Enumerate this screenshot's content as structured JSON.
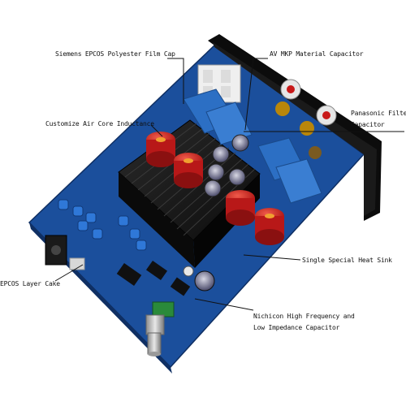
{
  "callouts": {
    "siemens_cap": "Siemens EPCOS Polyester Film Cap",
    "av_mkp": "AV MKP Material Capacitor",
    "panasonic_line1": "Panasonic Filter",
    "panasonic_line2": "Capacitor",
    "air_core": "Customize Air Core Inductance",
    "heat_sink": "Single Special Heat Sink",
    "epcos_layer": "EPCOS Layer Cake",
    "nichicon_line1": "Nichicon High Frequency and",
    "nichicon_line2": "Low Impedance Capacitor"
  },
  "colors": {
    "pcb": "#1b4f9c",
    "pcb_dark": "#123a78",
    "heat_sink": "#1c1c1c",
    "inductor_red": "#d42020",
    "film_cap_blue": "#2c6fc4",
    "panel_black": "#0c0c0c",
    "knob": "#c8c8c8",
    "leader_line": "#111111"
  }
}
